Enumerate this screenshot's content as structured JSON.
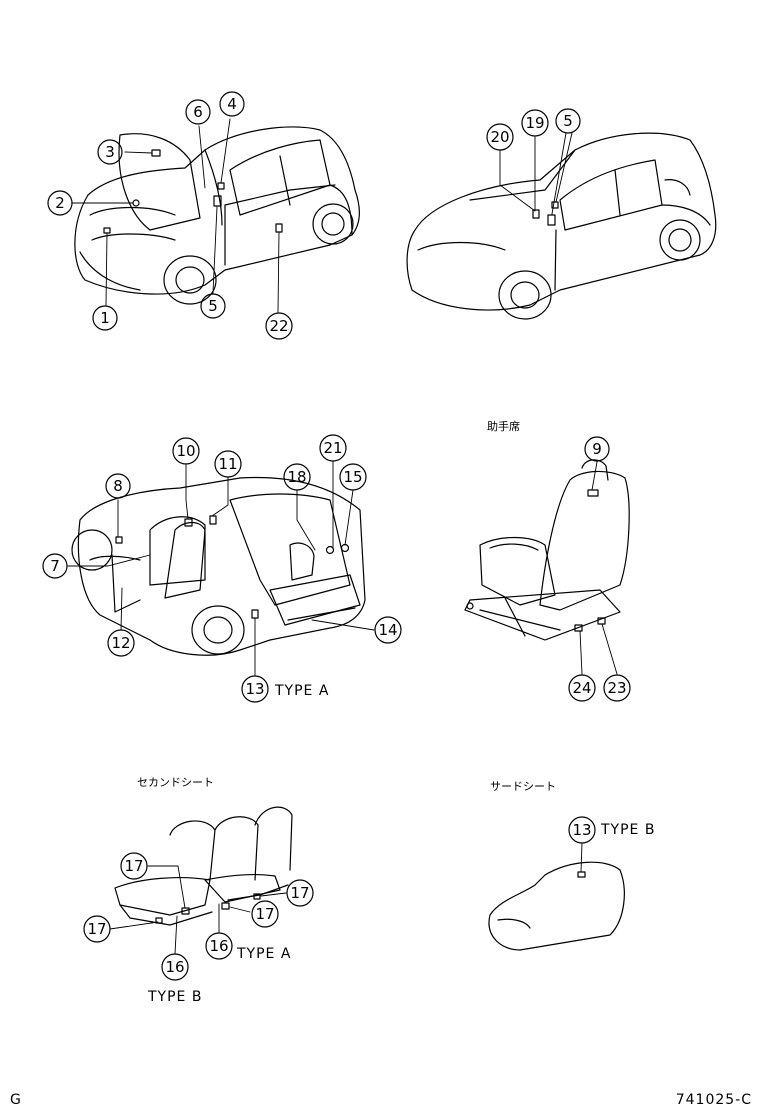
{
  "callouts": [
    {
      "id": "c1",
      "num": "1"
    },
    {
      "id": "c2",
      "num": "2"
    },
    {
      "id": "c3",
      "num": "3"
    },
    {
      "id": "c4",
      "num": "4"
    },
    {
      "id": "c5a",
      "num": "5"
    },
    {
      "id": "c5b",
      "num": "5"
    },
    {
      "id": "c6",
      "num": "6"
    },
    {
      "id": "c22",
      "num": "22"
    },
    {
      "id": "c20",
      "num": "20"
    },
    {
      "id": "c19",
      "num": "19"
    },
    {
      "id": "c7",
      "num": "7"
    },
    {
      "id": "c8",
      "num": "8"
    },
    {
      "id": "c10",
      "num": "10"
    },
    {
      "id": "c11",
      "num": "11"
    },
    {
      "id": "c12",
      "num": "12"
    },
    {
      "id": "c18",
      "num": "18"
    },
    {
      "id": "c21",
      "num": "21"
    },
    {
      "id": "c15",
      "num": "15"
    },
    {
      "id": "c14",
      "num": "14"
    },
    {
      "id": "c13a",
      "num": "13"
    },
    {
      "id": "c9",
      "num": "9"
    },
    {
      "id": "c24",
      "num": "24"
    },
    {
      "id": "c23",
      "num": "23"
    },
    {
      "id": "c17a",
      "num": "17"
    },
    {
      "id": "c17b",
      "num": "17"
    },
    {
      "id": "c17c",
      "num": "17"
    },
    {
      "id": "c17d",
      "num": "17"
    },
    {
      "id": "c16a",
      "num": "16"
    },
    {
      "id": "c16b",
      "num": "16"
    },
    {
      "id": "c13b",
      "num": "13"
    }
  ],
  "labels": {
    "type_a_rear": "TYPE A",
    "type_a_seat": "TYPE A",
    "type_b_seat": "TYPE B",
    "type_b_third": "TYPE B",
    "passenger_seat": "助手席",
    "second_seat": "セカンドシート",
    "third_seat": "サードシート"
  },
  "footer": {
    "left_code": "G",
    "right_code": "741025-C"
  }
}
